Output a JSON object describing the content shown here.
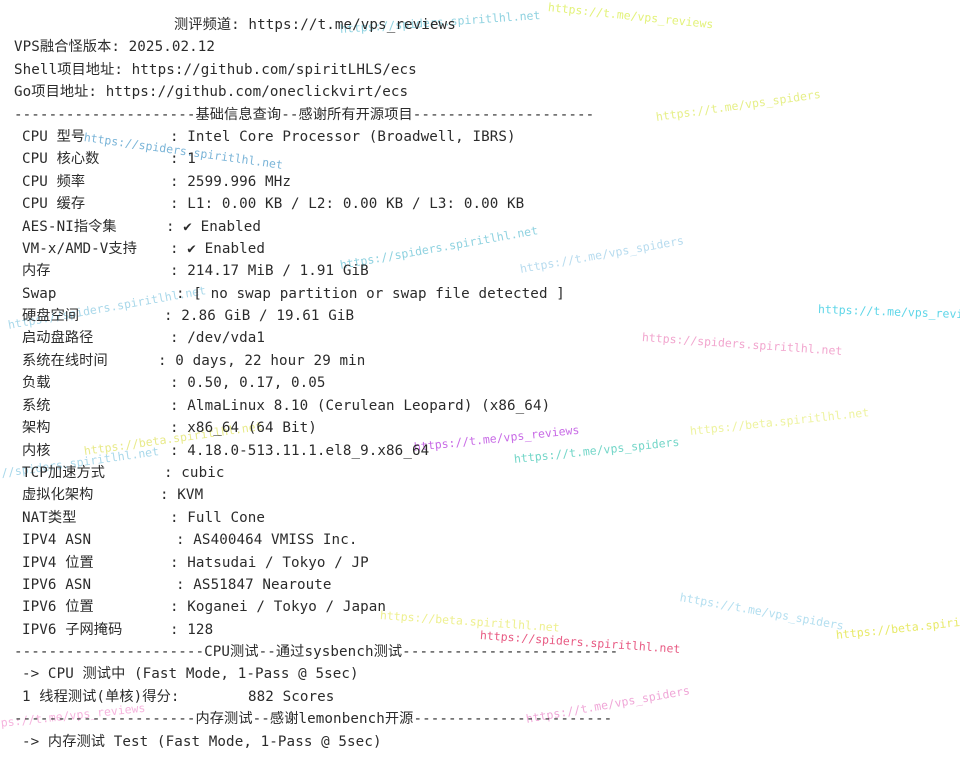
{
  "header": {
    "channel": "测评频道: https://t.me/vps_reviews",
    "version": "VPS融合怪版本: 2025.02.12",
    "shell_repo": "Shell项目地址: https://github.com/spiritLHLS/ecs",
    "go_repo": "Go项目地址: https://github.com/oneclickvirt/ecs"
  },
  "sections": {
    "basic_info": "---------------------基础信息查询--感谢所有开源项目---------------------",
    "cpu_test": "----------------------CPU测试--通过sysbench测试-------------------------",
    "memory_test": "---------------------内存测试--感谢lemonbench开源-----------------------"
  },
  "info_rows": [
    {
      "label": "CPU 型号",
      "value": ": Intel Core Processor (Broadwell, IBRS)"
    },
    {
      "label": "CPU 核心数",
      "value": ": 1"
    },
    {
      "label": "CPU 频率",
      "value": ": 2599.996 MHz"
    },
    {
      "label": "CPU 缓存",
      "value": ": L1: 0.00 KB / L2: 0.00 KB / L3: 0.00 KB"
    },
    {
      "label": "AES-NI指令集",
      "value": ": ✔ Enabled"
    },
    {
      "label": "VM-x/AMD-V支持",
      "value": ": ✔ Enabled"
    },
    {
      "label": "内存",
      "value": ": 214.17 MiB / 1.91 GiB"
    },
    {
      "label": "Swap",
      "value": ": [ no swap partition or swap file detected ]"
    },
    {
      "label": "硬盘空间",
      "value": ": 2.86 GiB / 19.61 GiB"
    },
    {
      "label": "启动盘路径",
      "value": ": /dev/vda1"
    },
    {
      "label": "系统在线时间",
      "value": ": 0 days, 22 hour 29 min"
    },
    {
      "label": "负载",
      "value": ": 0.50, 0.17, 0.05"
    },
    {
      "label": "系统",
      "value": ": AlmaLinux 8.10 (Cerulean Leopard) (x86_64)"
    },
    {
      "label": "架构",
      "value": ": x86_64 (64 Bit)"
    },
    {
      "label": "内核",
      "value": ": 4.18.0-513.11.1.el8_9.x86_64"
    },
    {
      "label": "TCP加速方式",
      "value": ": cubic"
    },
    {
      "label": "虚拟化架构",
      "value": ": KVM"
    },
    {
      "label": "NAT类型",
      "value": ": Full Cone"
    },
    {
      "label": "IPV4 ASN",
      "value": ": AS400464 VMISS Inc."
    },
    {
      "label": "IPV4 位置",
      "value": ": Hatsudai / Tokyo / JP"
    },
    {
      "label": "IPV6 ASN",
      "value": ": AS51847 Nearoute"
    },
    {
      "label": "IPV6 位置",
      "value": ": Koganei / Tokyo / Japan"
    },
    {
      "label": "IPV6 子网掩码",
      "value": ": 128"
    }
  ],
  "cpu": {
    "running": "-> CPU 测试中 (Fast Mode, 1-Pass @ 5sec)",
    "score_label": "1 线程测试(单核)得分:",
    "score_value": "882 Scores"
  },
  "memory": {
    "running": "-> 内存测试 Test (Fast Mode, 1-Pass @ 5sec)"
  },
  "watermarks": [
    "https://spiders.spiritlhl.net",
    "https://t.me/vps_reviews",
    "https://beta.spiritlhl.net",
    "https://t.me/vps_spiders"
  ],
  "colors": {
    "text": "#2b2b2b",
    "background": "#ffffff"
  }
}
